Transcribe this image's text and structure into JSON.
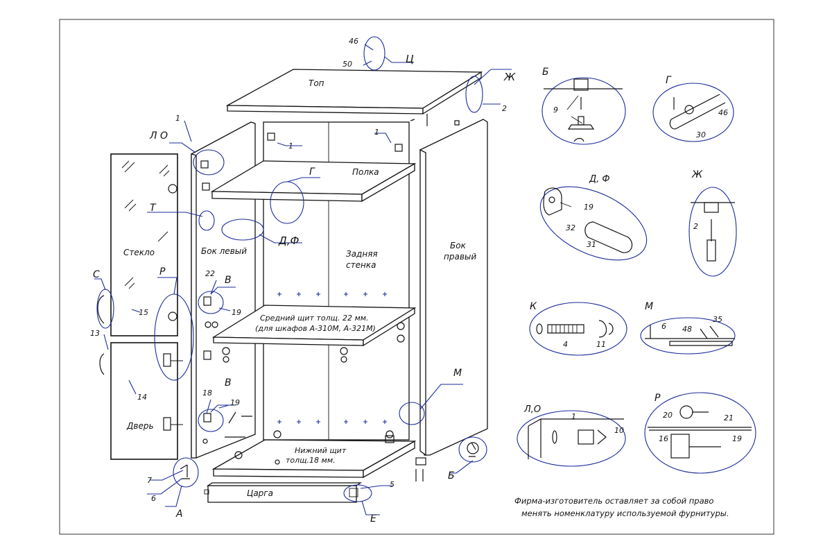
{
  "part_labels": {
    "top": "Топ",
    "shelf": "Полка",
    "back_wall_1": "Задняя",
    "back_wall_2": "стенка",
    "side_left": "Бок левый",
    "side_right_1": "Бок",
    "side_right_2": "правый",
    "middle_shelf_1": "Средний щит толщ. 22 мм.",
    "middle_shelf_2": "(для шкафов А-310М, А-321М)",
    "bottom_shelf_1": "Нижний щит",
    "bottom_shelf_2": "толщ.18 мм.",
    "plinth": "Царга",
    "glass": "Стекло",
    "door": "Дверь"
  },
  "callout_letters": {
    "ts": "Ц",
    "zh": "Ж",
    "l_o": "Л О",
    "t": "Т",
    "g": "Г",
    "d_f": "Д,Ф",
    "s": "С",
    "r": "Р",
    "v1": "В",
    "v2": "В",
    "m": "М",
    "b": "Б",
    "a": "А",
    "e": "Е"
  },
  "part_numbers": {
    "n46": "46",
    "n50": "50",
    "n2": "2",
    "n1a": "1",
    "n1b": "1",
    "n1c": "1",
    "n22": "22",
    "n19a": "19",
    "n18": "18",
    "n19b": "19",
    "n15": "15",
    "n13": "13",
    "n14": "14",
    "n7": "7",
    "n6": "6",
    "n5": "5"
  },
  "details": {
    "b": {
      "title": "Б",
      "nums": [
        "9"
      ]
    },
    "g": {
      "title": "Г",
      "nums": [
        "46",
        "30"
      ]
    },
    "df": {
      "title": "Д, Ф",
      "nums": [
        "19",
        "32",
        "31"
      ]
    },
    "zh": {
      "title": "Ж",
      "nums": [
        "2"
      ]
    },
    "k": {
      "title": "К",
      "nums": [
        "4",
        "11"
      ]
    },
    "m": {
      "title": "М",
      "nums": [
        "6",
        "48",
        "35"
      ]
    },
    "lo": {
      "title": "Л,О",
      "nums": [
        "1",
        "10"
      ]
    },
    "r": {
      "title": "Р",
      "nums": [
        "20",
        "21",
        "16",
        "19"
      ]
    }
  },
  "footnote": {
    "line1": "Фирма-изготовитель оставляет за собой право",
    "line2": "менять номенклатуру используемой фурнитуры."
  },
  "colors": {
    "line": "#111111",
    "leader": "#1a2a9a",
    "background": "#ffffff"
  }
}
